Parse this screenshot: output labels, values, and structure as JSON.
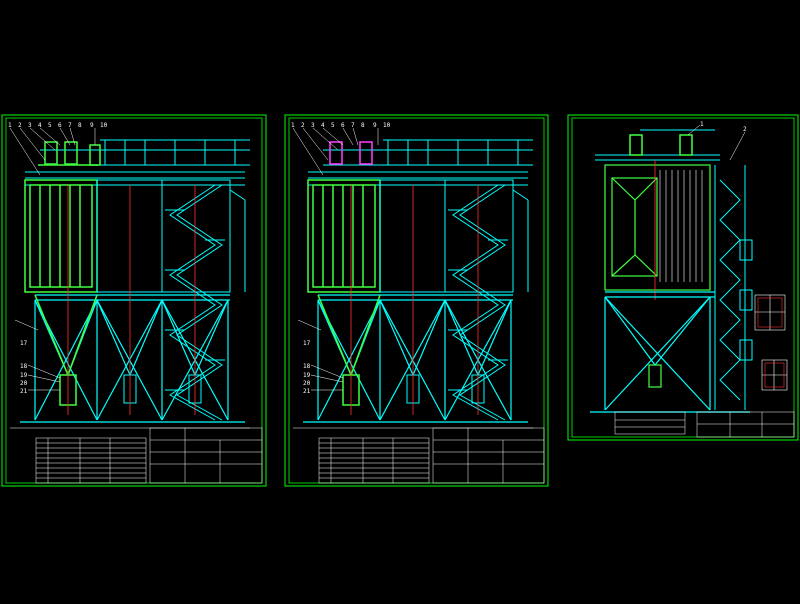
{
  "colors": {
    "background": "#000000",
    "frame": "#00ff00",
    "structure": "#00ffff",
    "casing": "#40ff40",
    "centerline": "#ff3030",
    "highlight": "#ff40ff",
    "text": "#ffffff"
  },
  "sheets": [
    {
      "id": "sheet-1",
      "callouts": [
        "1",
        "2",
        "3",
        "4",
        "5",
        "6",
        "7",
        "8",
        "9",
        "10"
      ],
      "side_marks": [
        "17",
        "18",
        "19",
        "20",
        "21"
      ],
      "top_dims": [
        "",
        ""
      ],
      "title_block": ""
    },
    {
      "id": "sheet-2",
      "callouts": [
        "1",
        "2",
        "3",
        "4",
        "5",
        "6",
        "7",
        "8",
        "9",
        "10"
      ],
      "side_marks": [
        "17",
        "18",
        "19",
        "20",
        "21"
      ],
      "top_dims": [
        "",
        ""
      ],
      "title_block": ""
    },
    {
      "id": "sheet-3",
      "callouts": [
        "1",
        "2"
      ],
      "side_marks": [],
      "top_dims": [
        ""
      ],
      "title_block": ""
    }
  ]
}
